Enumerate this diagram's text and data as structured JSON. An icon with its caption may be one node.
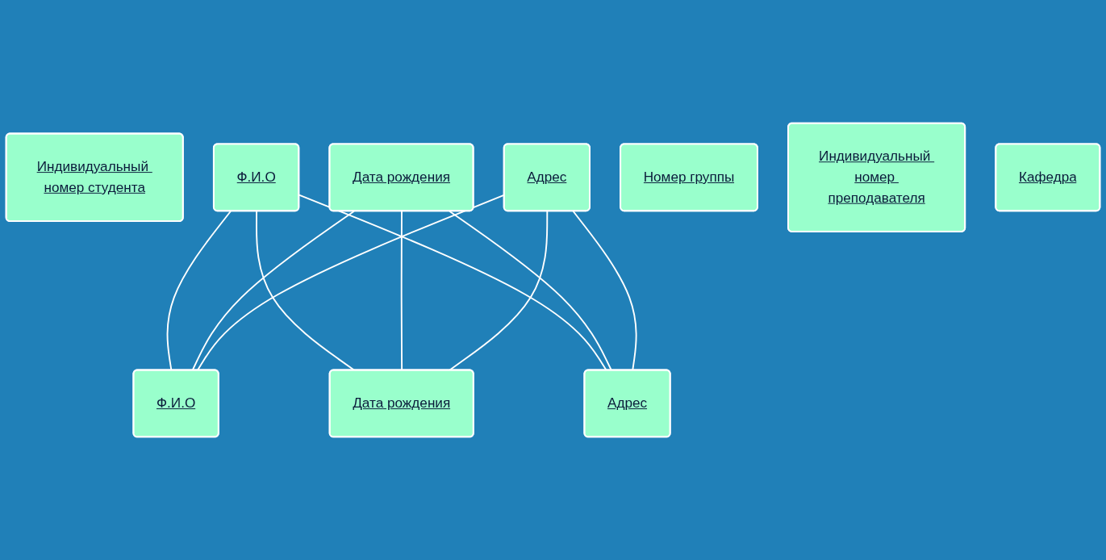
{
  "diagram": {
    "nodes": [
      {
        "text": [
          "Индивидуальный номер студента"
        ]
      },
      {
        "text": [
          "Ф.И.О"
        ]
      },
      {
        "text": [
          "Дата рождения"
        ]
      },
      {
        "text": [
          "Адрес"
        ]
      },
      {
        "text": [
          "Номер группы"
        ]
      },
      {
        "text": [
          "Индивидуальный номер преподавателя"
        ]
      },
      {
        "text": [
          "Ф.И.О"
        ]
      },
      {
        "text": [
          "Дата рождения"
        ]
      },
      {
        "text": [
          "Адрес"
        ]
      },
      {
        "text": [
          "Кафедра"
        ]
      }
    ],
    "edges": [
      {
        "from": 1,
        "to": 6,
        "arrow": "none"
      },
      {
        "from": 1,
        "to": 7,
        "arrow": "none"
      },
      {
        "from": 1,
        "to": 8,
        "arrow": "none"
      },
      {
        "from": 2,
        "to": 6,
        "arrow": "none"
      },
      {
        "from": 2,
        "to": 7,
        "arrow": "none"
      },
      {
        "from": 2,
        "to": 8,
        "arrow": "none"
      },
      {
        "from": 3,
        "to": 6,
        "arrow": "none"
      },
      {
        "from": 3,
        "to": 7,
        "arrow": "none"
      },
      {
        "from": 3,
        "to": 8,
        "arrow": "none"
      }
    ]
  }
}
